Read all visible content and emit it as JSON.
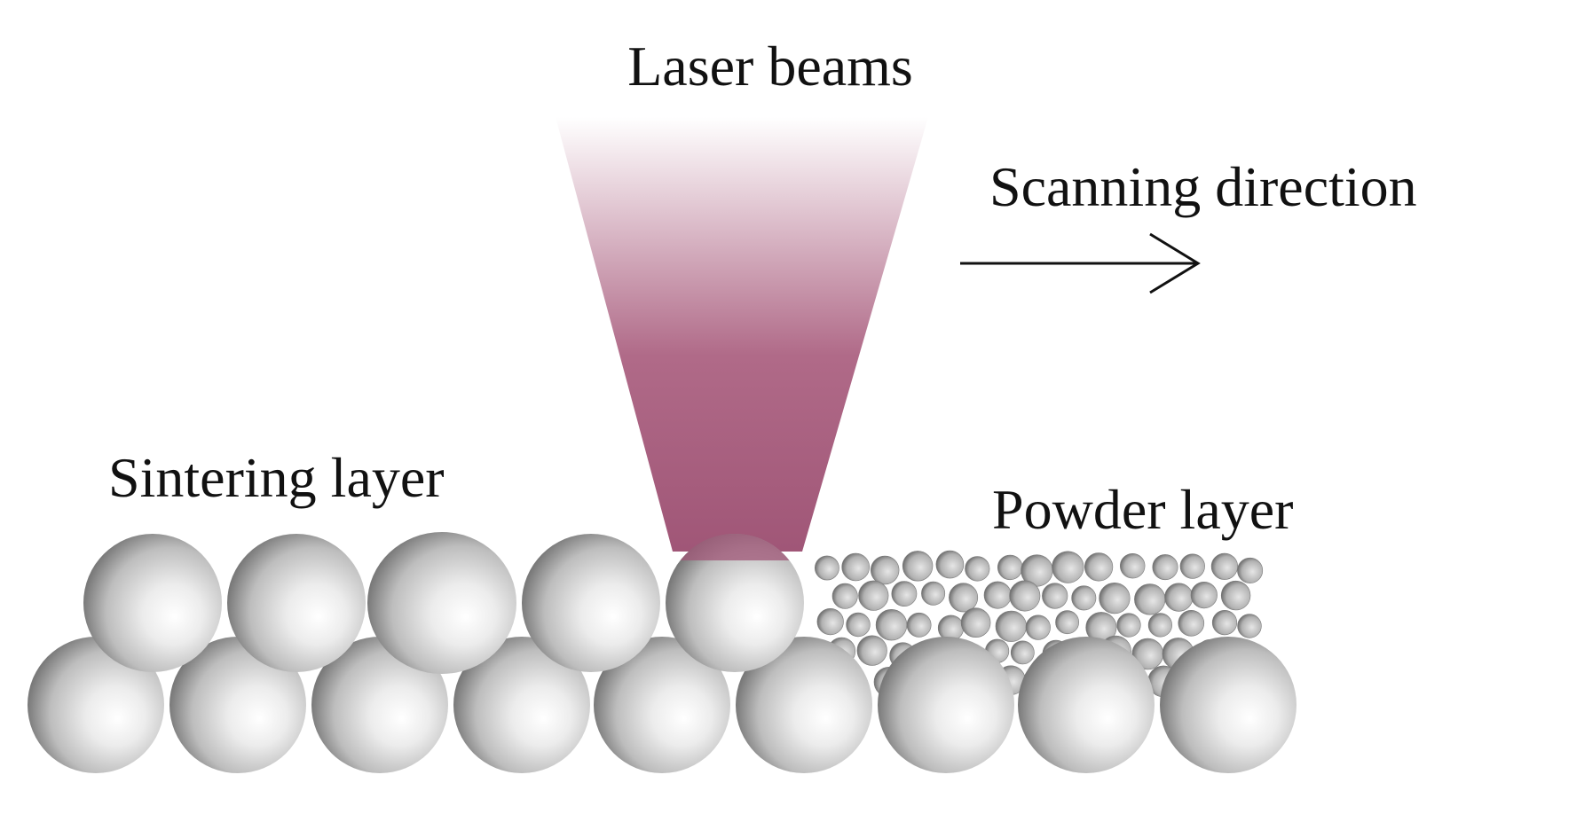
{
  "labels": {
    "laser": "Laser beams",
    "scanning": "Scanning direction",
    "sintering": "Sintering layer",
    "powder": "Powder layer"
  },
  "colors": {
    "beam_top": "#ffffff",
    "beam_mid": "#b06a88",
    "beam_bottom": "#a05677",
    "particle_light": "#fbfbfb",
    "particle_mid": "#c9c9c9",
    "particle_dark": "#6e6e6e",
    "text": "#111111"
  },
  "particles": {
    "top_row_count": 5,
    "bottom_row_count": 9,
    "powder_rows": 5,
    "powder_cols": 15
  }
}
